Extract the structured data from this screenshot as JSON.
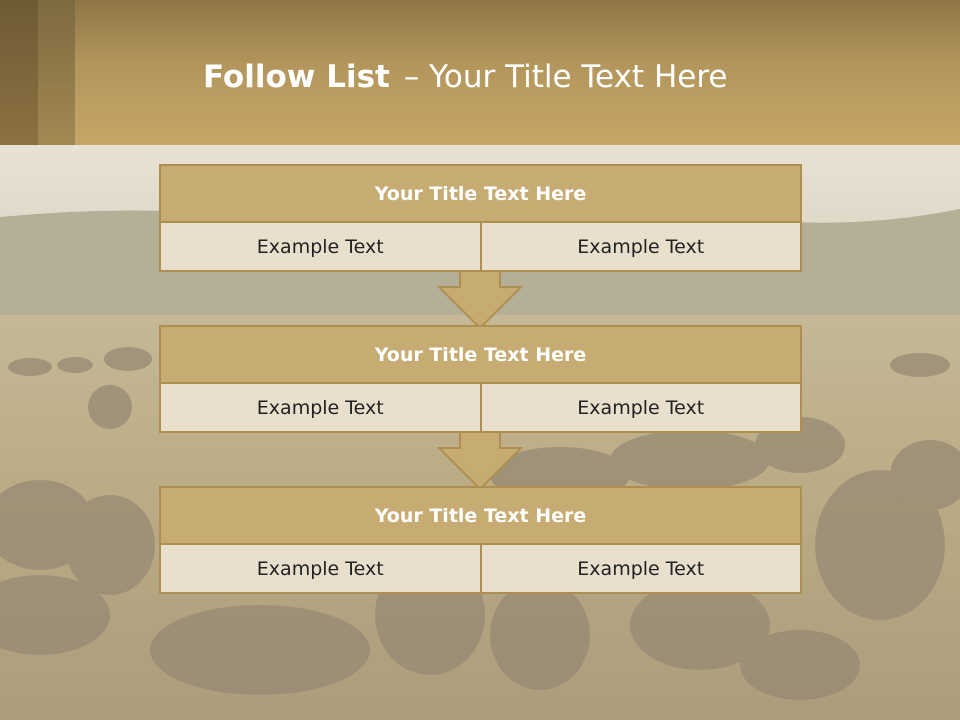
{
  "slide": {
    "title_bold": "Follow List",
    "title_rest": "– Your Title Text Here"
  },
  "steps": [
    {
      "title": "Your Title Text Here",
      "left": "Example Text",
      "right": "Example Text"
    },
    {
      "title": "Your Title Text Here",
      "left": "Example Text",
      "right": "Example Text"
    },
    {
      "title": "Your Title Text Here",
      "left": "Example Text",
      "right": "Example Text"
    }
  ],
  "colors": {
    "header": "#b3965c",
    "box_title": "#c6ab73",
    "box_cell": "#e9dfcd",
    "border": "#ae8f4f"
  }
}
